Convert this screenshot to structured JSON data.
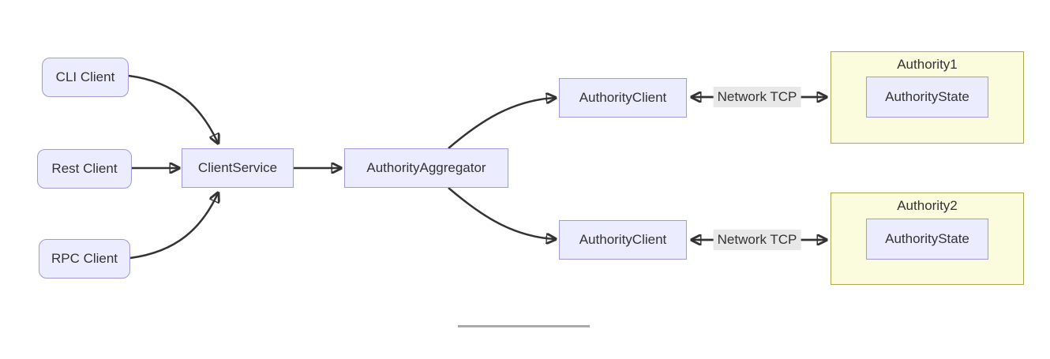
{
  "diagram": {
    "type": "flowchart",
    "direction": "left-to-right",
    "nodes": [
      {
        "id": "cli-client",
        "label": "CLI Client",
        "shape": "rounded"
      },
      {
        "id": "rest-client",
        "label": "Rest Client",
        "shape": "rounded"
      },
      {
        "id": "rpc-client",
        "label": "RPC Client",
        "shape": "rounded"
      },
      {
        "id": "client-service",
        "label": "ClientService",
        "shape": "rect"
      },
      {
        "id": "authority-aggregator",
        "label": "AuthorityAggregator",
        "shape": "rect"
      },
      {
        "id": "authority-client-1",
        "label": "AuthorityClient",
        "shape": "rect"
      },
      {
        "id": "authority-client-2",
        "label": "AuthorityClient",
        "shape": "rect"
      },
      {
        "id": "authority-state-1",
        "label": "AuthorityState",
        "shape": "rect"
      },
      {
        "id": "authority-state-2",
        "label": "AuthorityState",
        "shape": "rect"
      }
    ],
    "clusters": [
      {
        "id": "authority1",
        "title": "Authority1"
      },
      {
        "id": "authority2",
        "title": "Authority2"
      }
    ],
    "edge_labels": {
      "network_tcp_1": "Network TCP",
      "network_tcp_2": "Network TCP"
    },
    "edges": [
      {
        "from": "cli-client",
        "to": "client-service",
        "style": "curved-arrow"
      },
      {
        "from": "rest-client",
        "to": "client-service",
        "style": "straight-arrow"
      },
      {
        "from": "rpc-client",
        "to": "client-service",
        "style": "curved-arrow"
      },
      {
        "from": "client-service",
        "to": "authority-aggregator",
        "style": "straight-arrow"
      },
      {
        "from": "authority-aggregator",
        "to": "authority-client-1",
        "style": "curved-arrow"
      },
      {
        "from": "authority-aggregator",
        "to": "authority-client-2",
        "style": "curved-arrow"
      },
      {
        "from": "authority-client-1",
        "to": "authority1",
        "label": "Network TCP",
        "style": "double-arrow"
      },
      {
        "from": "authority-client-2",
        "to": "authority2",
        "label": "Network TCP",
        "style": "double-arrow"
      }
    ],
    "colors": {
      "node_fill": "#ECECFF",
      "node_border": "#a398d8",
      "cluster_fill": "#fbfbde",
      "cluster_border": "#a8a850",
      "arrow": "#333333",
      "edge_label_bg": "#e8e8e8",
      "text": "#333333",
      "background": "#ffffff",
      "divider": "#aaaaaa"
    }
  }
}
